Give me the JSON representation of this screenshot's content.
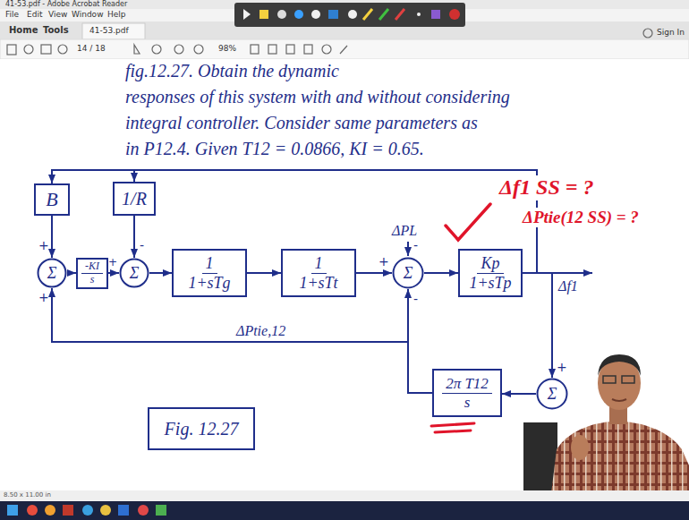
{
  "diagram": {
    "nodes": [
      {
        "text": [
          "B"
        ]
      },
      {
        "text": [
          "1/R"
        ]
      },
      {
        "text": [
          "Σ"
        ]
      },
      {
        "text": [
          "-KI",
          "s"
        ]
      },
      {
        "text": [
          "Σ"
        ]
      },
      {
        "text": [
          "1",
          "1+sTg"
        ]
      },
      {
        "text": [
          "1",
          "1+sTt"
        ]
      },
      {
        "text": [
          "Σ"
        ]
      },
      {
        "text": [
          "Kp",
          "1+sTp"
        ]
      },
      {
        "text": [
          "Σ"
        ]
      },
      {
        "text": [
          "2π T12",
          "s"
        ]
      },
      {
        "text": [
          "Fig. 12.27"
        ]
      }
    ],
    "edges": [
      {
        "from": 8,
        "to": 0,
        "arrow": "to"
      },
      {
        "from": 8,
        "to": 1,
        "arrow": "to"
      },
      {
        "from": 0,
        "to": 2,
        "arrow": "to"
      },
      {
        "from": 1,
        "to": 4,
        "arrow": "to"
      },
      {
        "from": 2,
        "to": 3,
        "arrow": "to"
      },
      {
        "from": 3,
        "to": 4,
        "arrow": "to"
      },
      {
        "from": 4,
        "to": 5,
        "arrow": "to"
      },
      {
        "from": 5,
        "to": 6,
        "arrow": "to"
      },
      {
        "from": 6,
        "to": 7,
        "arrow": "to"
      },
      {
        "from": 7,
        "to": 8,
        "arrow": "to"
      },
      {
        "from": 8,
        "to": 9,
        "arrow": "to"
      },
      {
        "from": 9,
        "to": 10,
        "arrow": "to"
      },
      {
        "from": 10,
        "to": 7,
        "arrow": "to"
      },
      {
        "from": 10,
        "to": 2,
        "label": "ΔPtie,12",
        "arrow": "to"
      }
    ],
    "labels": [
      "41-53.pdf - Adobe Acrobat Reader",
      "File",
      "Edit",
      "View",
      "Window",
      "Help",
      "Home",
      "Tools",
      "41-53.pdf",
      "Sign In",
      "14 / 18",
      "98%",
      "fig.12.27. Obtain the dynamic",
      "responses of this system with and without considering",
      "integral controller. Consider same parameters as",
      "in P12.4. Given T12 = 0.0866, KI = 0.65.",
      "Δf1 SS = ?",
      "ΔPtie(12 SS) = ?",
      "ΔPL",
      "Δf1",
      "+",
      "+",
      "+",
      "-",
      "+",
      "-",
      "-",
      "+",
      "8.50 x 11.00 in"
    ]
  }
}
